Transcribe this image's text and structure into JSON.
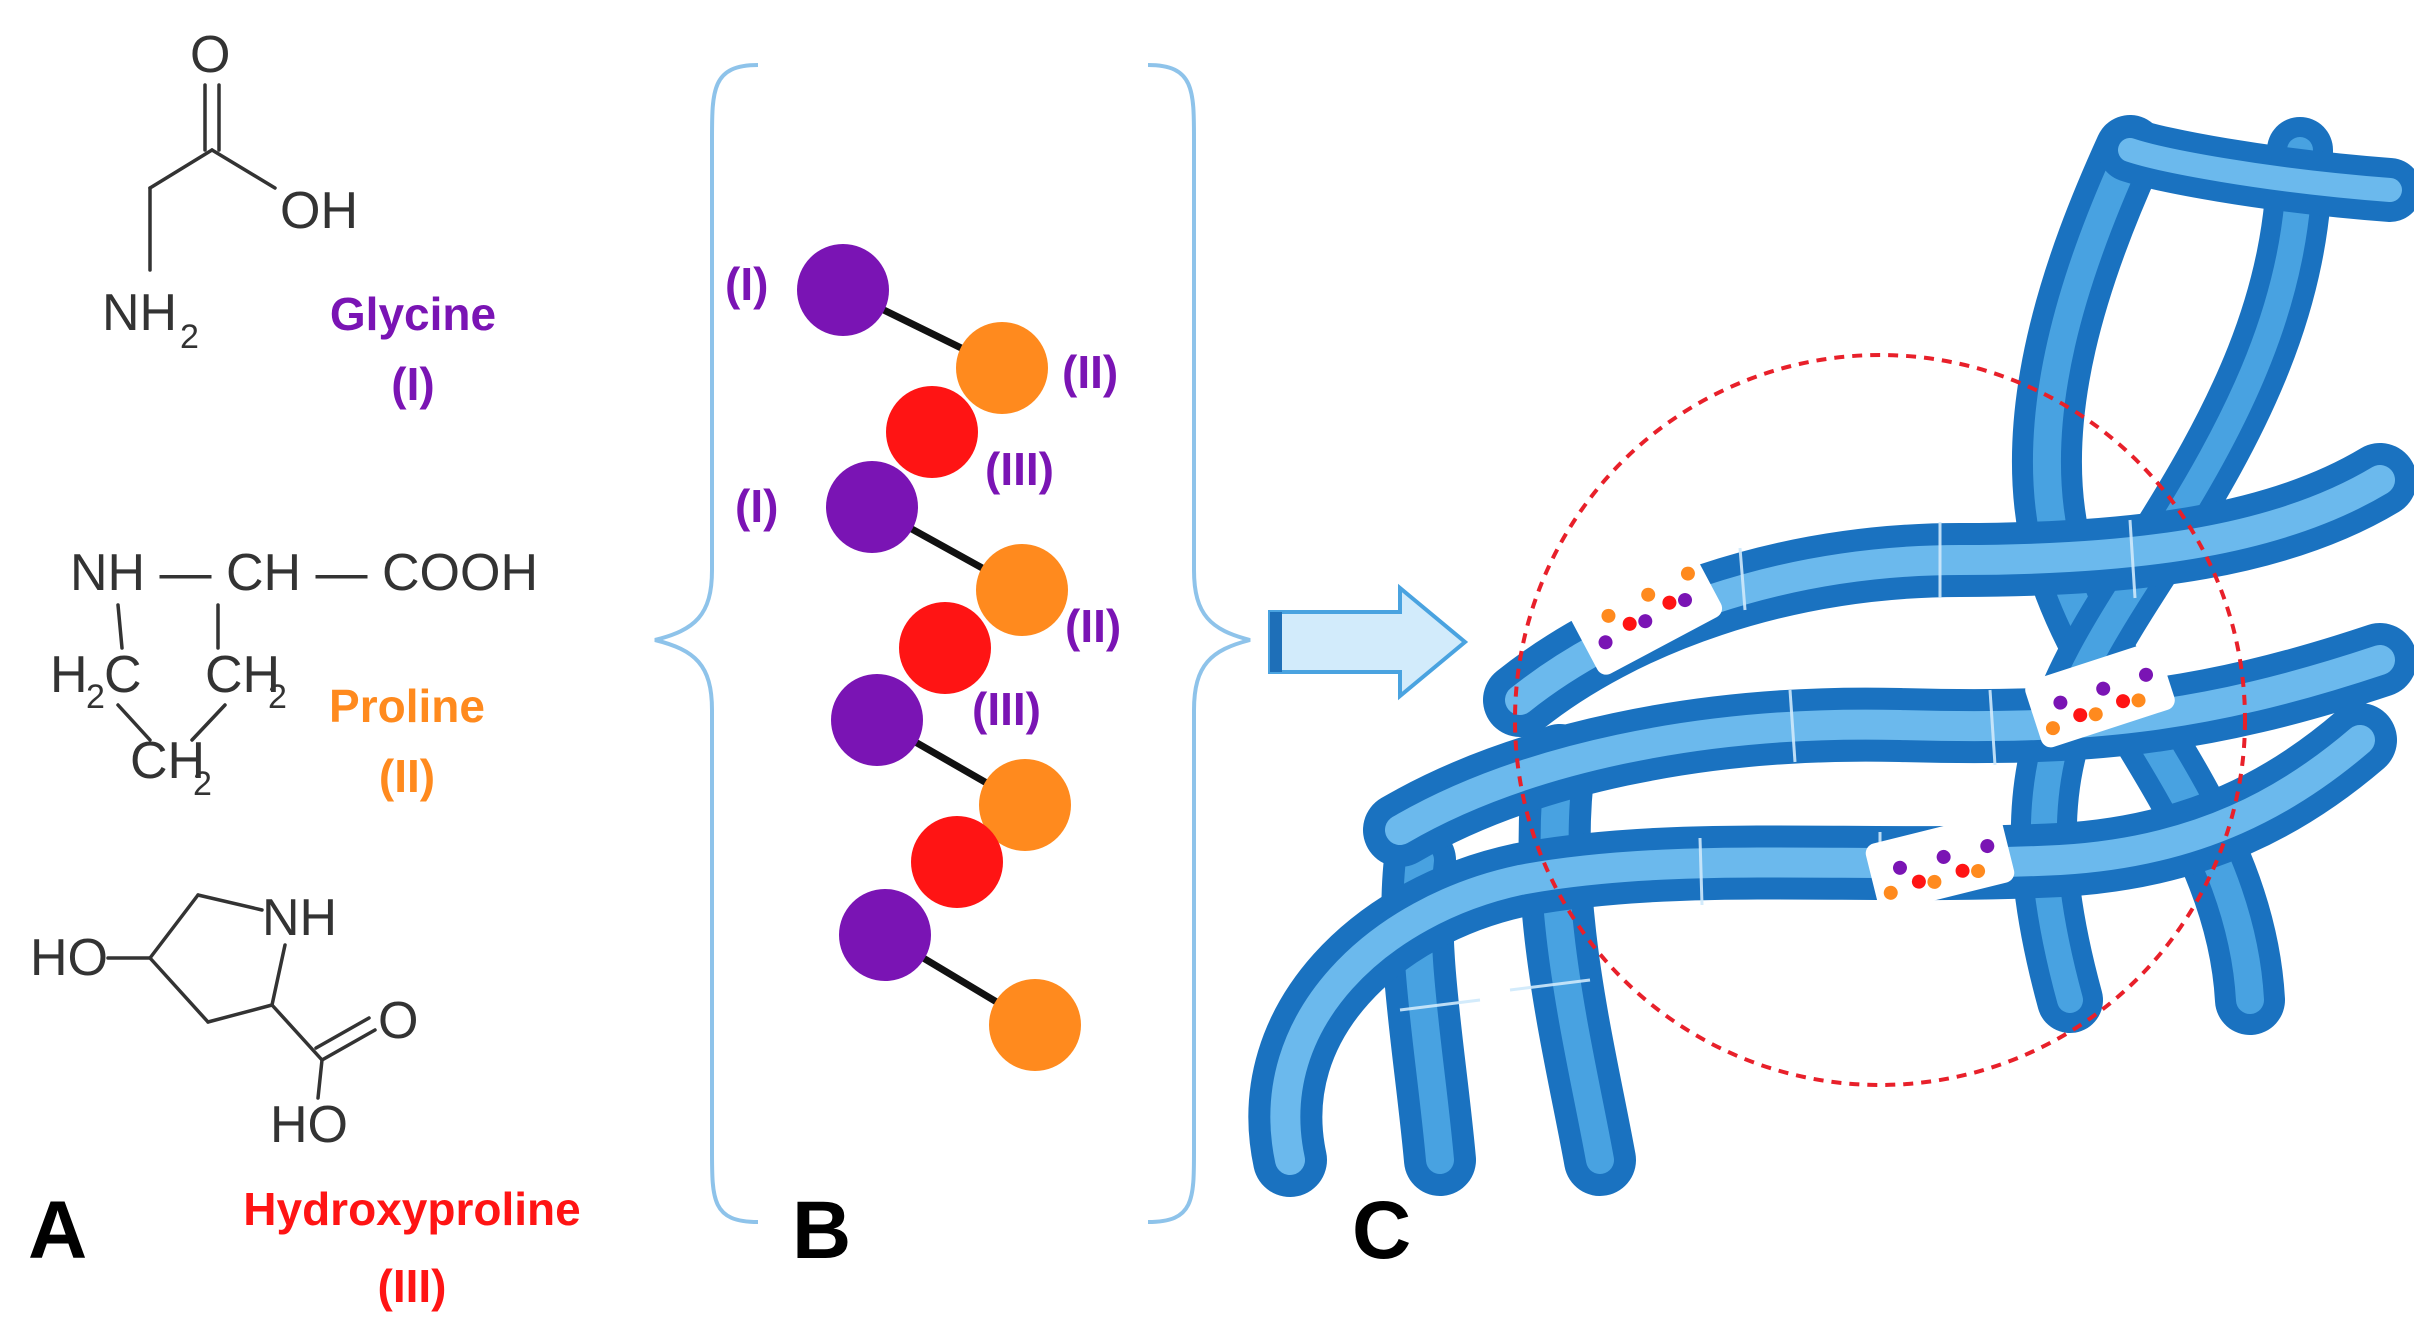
{
  "colors": {
    "glycine": "#7a14b4",
    "proline": "#ff8a1e",
    "hydroxyproline": "#ff1414",
    "helix_blue": "#2d8fdb",
    "helix_light": "#9fd3f7",
    "brace": "#8ec3ea",
    "circle_dashed": "#e8202a"
  },
  "panel_a": {
    "label": "A",
    "glycine": {
      "formula_o": "O",
      "formula_oh": "OH",
      "formula_nh": "NH",
      "formula_nh_sub": "2",
      "name": "Glycine",
      "numeral": "(I)"
    },
    "proline": {
      "formula_top": "NH — CH — COOH",
      "formula_h2c": "H",
      "formula_h2c_sub": "2",
      "formula_h2c_c": "C",
      "formula_ch2_left": "CH",
      "formula_ch2_sub": "2",
      "formula_ch2_bottom": "CH",
      "formula_ch2_bottom_sub": "2",
      "name": "Proline",
      "numeral": "(II)"
    },
    "hydroxyproline": {
      "formula_ho_left": "HO",
      "formula_nh": "NH",
      "formula_o": "O",
      "formula_ho_bottom": "HO",
      "name": "Hydroxyproline",
      "numeral": "(III)"
    }
  },
  "panel_b": {
    "label": "B",
    "labels": [
      "(I)",
      "(II)",
      "(III)",
      "(I)",
      "(II)",
      "(III)"
    ]
  },
  "panel_c": {
    "label": "C"
  }
}
